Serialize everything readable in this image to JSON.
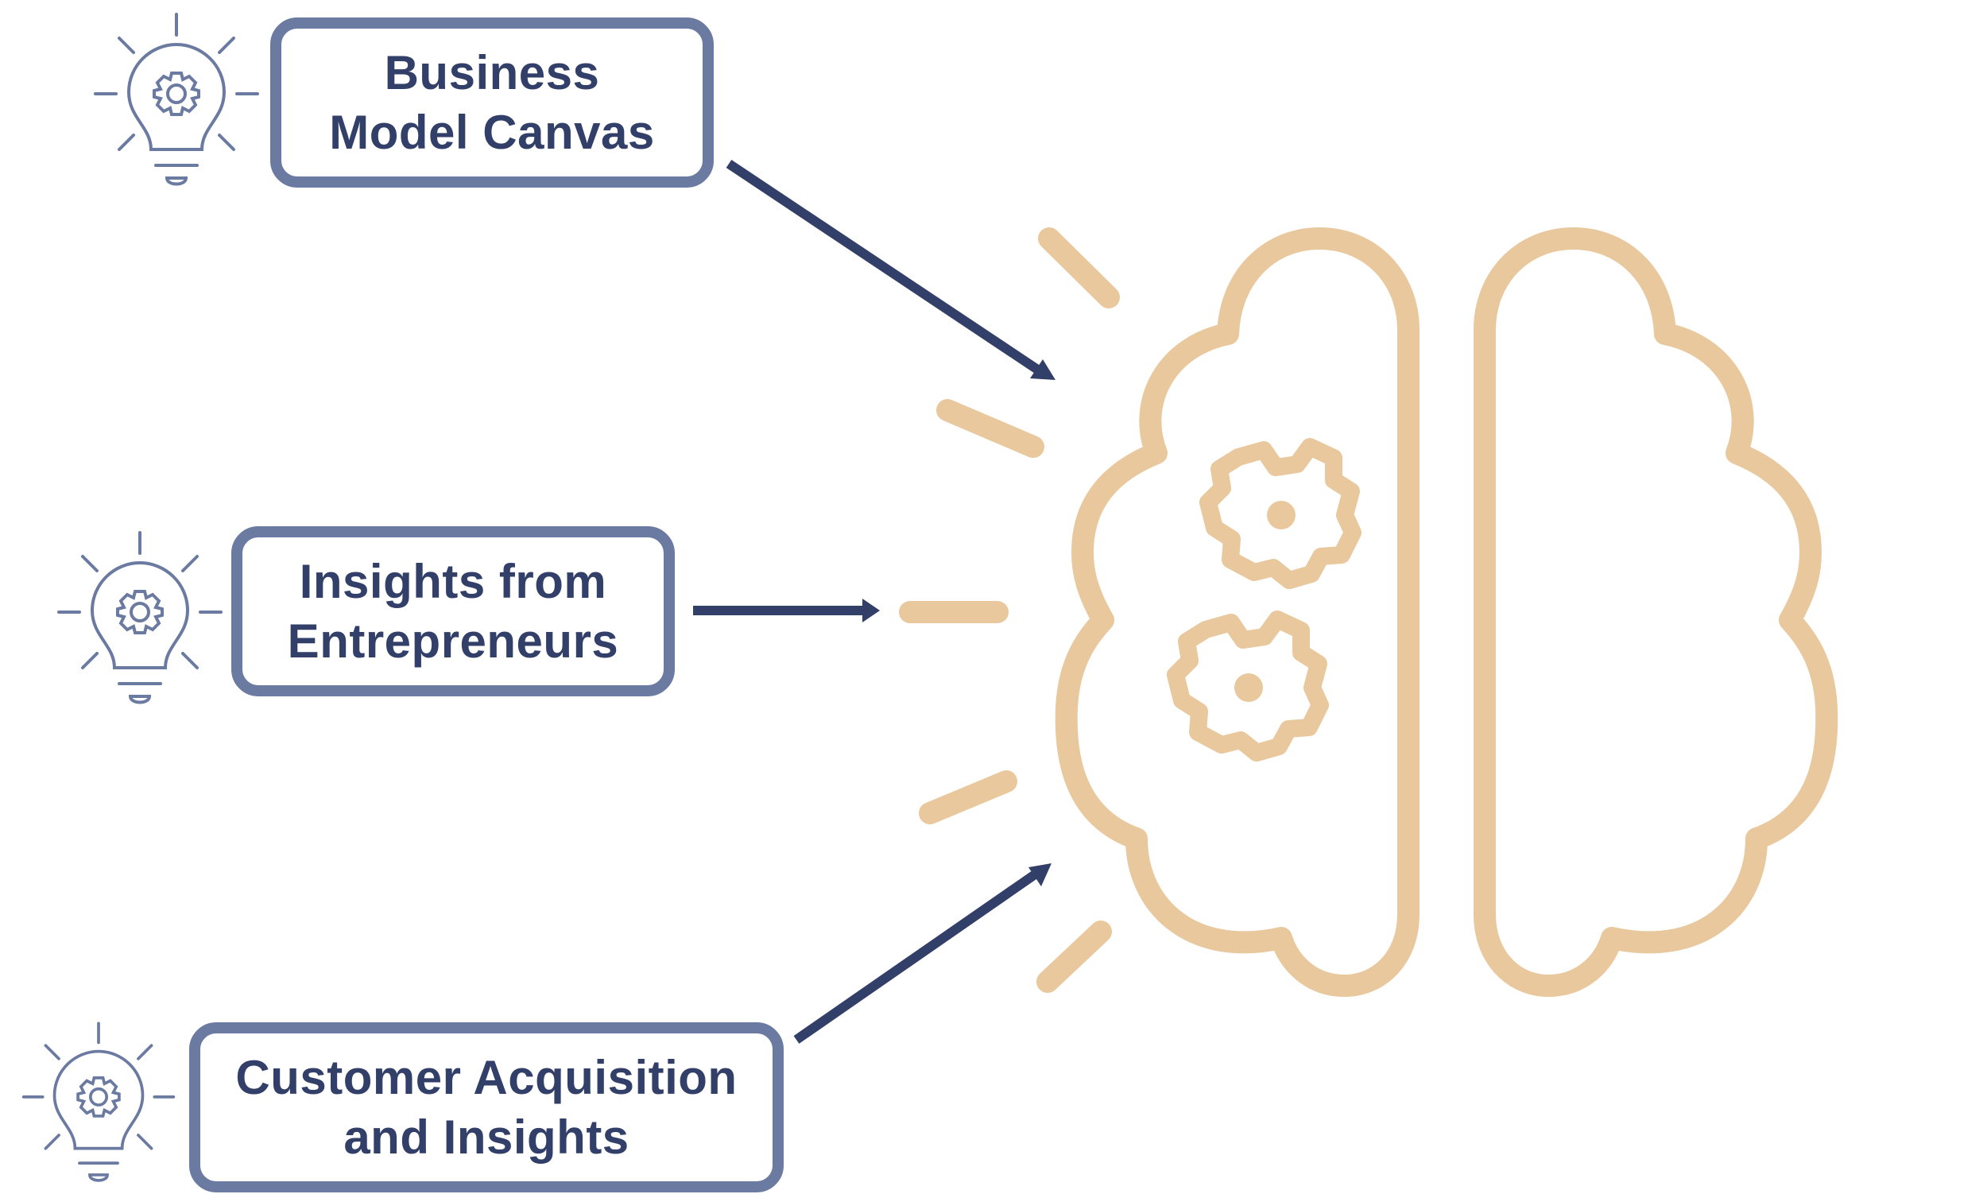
{
  "diagram": {
    "sources": [
      {
        "id": "business-model-canvas",
        "label": "Business\nModel Canvas"
      },
      {
        "id": "insights-from-entrepreneurs",
        "label": "Insights from\nEntrepreneurs"
      },
      {
        "id": "customer-acquisition",
        "label": "Customer Acquisition\nand Insights"
      }
    ],
    "icons": {
      "source_icon": "lightbulb-gear-icon",
      "target_icon": "brain-gears-icon"
    },
    "colors": {
      "box_border": "#6b7aa1",
      "text": "#323f68",
      "arrow": "#323f68",
      "brain": "#e8c89c",
      "bulb": "#6b7aa1"
    }
  }
}
